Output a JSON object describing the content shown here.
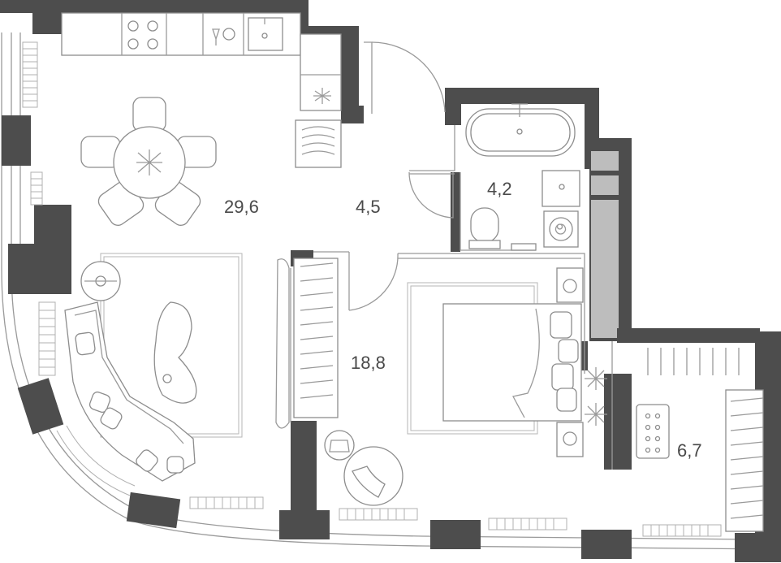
{
  "rooms": [
    {
      "id": "living",
      "area": "29,6"
    },
    {
      "id": "hall",
      "area": "4,5"
    },
    {
      "id": "bath",
      "area": "4,2"
    },
    {
      "id": "bedroom",
      "area": "18,8"
    },
    {
      "id": "wardrobe",
      "area": "6,7"
    }
  ],
  "colors": {
    "wall": "#4d4d4d",
    "partition": "#bdbdbd",
    "line": "#9a9a9a",
    "label": "#4a4a4a"
  }
}
